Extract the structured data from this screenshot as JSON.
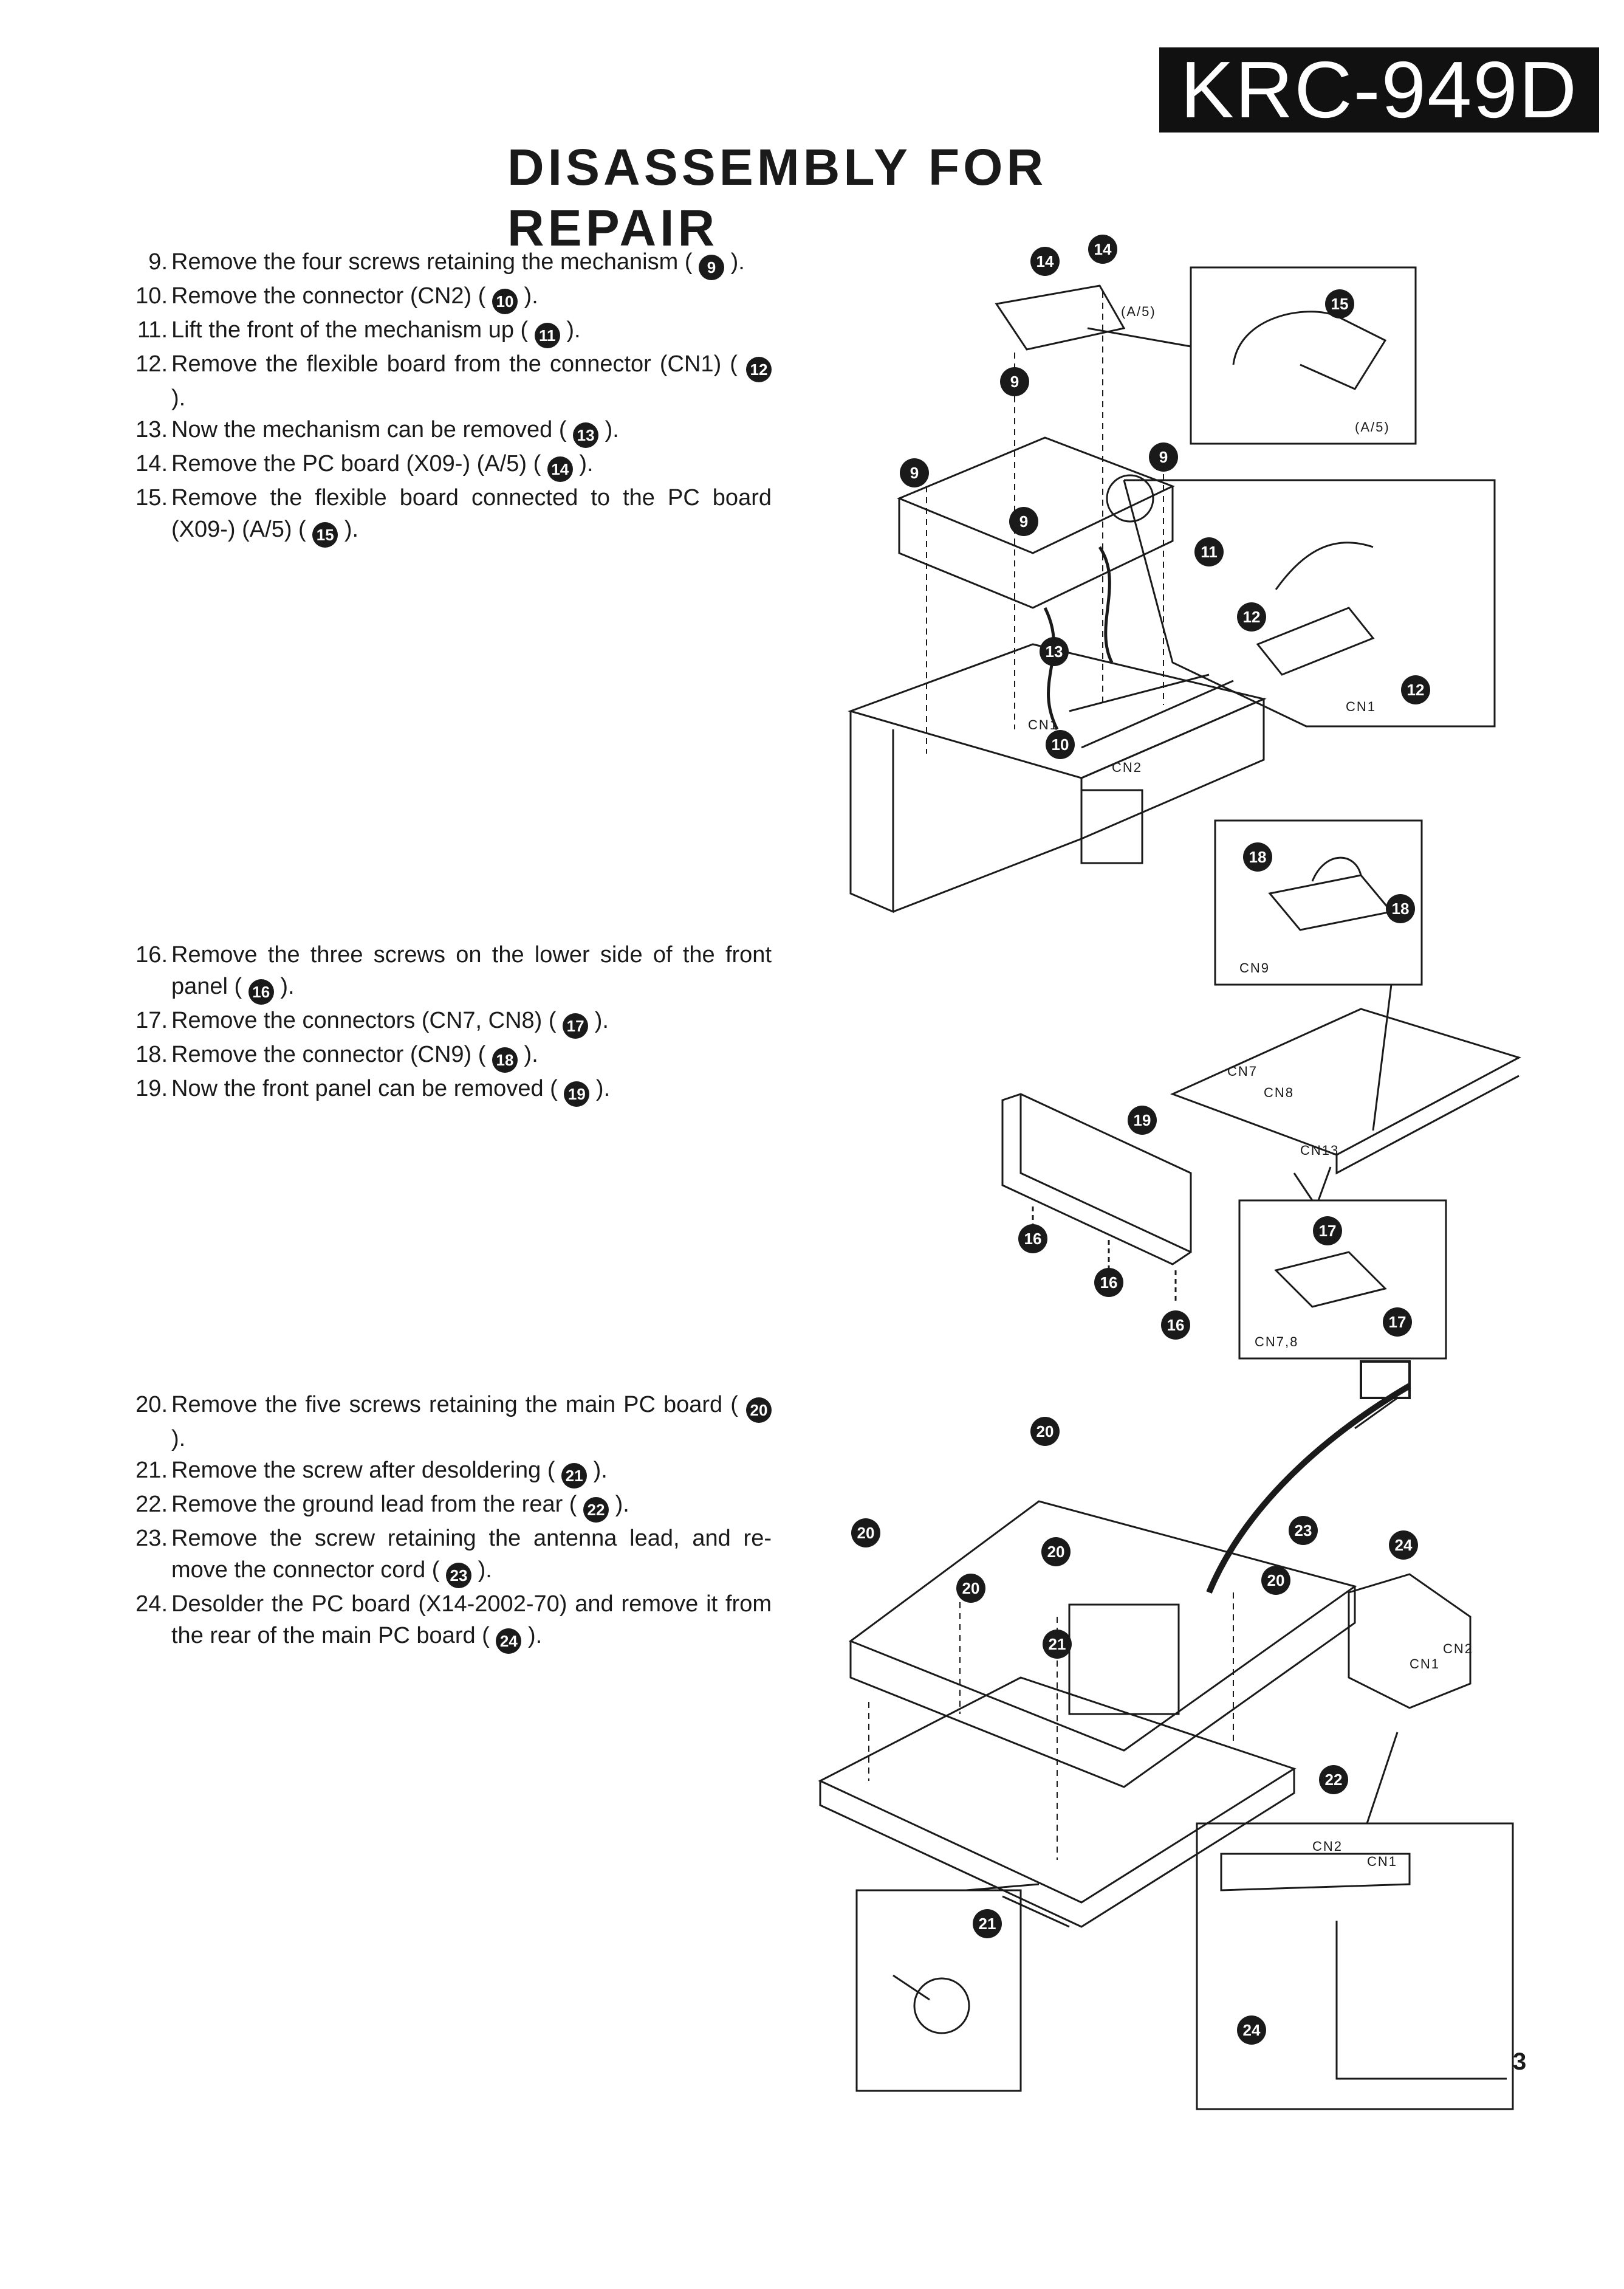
{
  "header": {
    "model": "KRC-949D",
    "title": "DISASSEMBLY FOR REPAIR"
  },
  "sections": [
    {
      "steps": [
        {
          "num": "9",
          "text": "Remove the four screws retaining the mechanism (",
          "ref": "9",
          "tail": ")."
        },
        {
          "num": "10",
          "text": "Remove the connector (CN2) (",
          "ref": "10",
          "tail": ")."
        },
        {
          "num": "11",
          "text": "Lift the front of the mechanism up (",
          "ref": "11",
          "tail": ")."
        },
        {
          "num": "12",
          "text": "Remove the flexible board from the connector (CN1) (",
          "ref": "12",
          "tail": ")."
        },
        {
          "num": "13",
          "text": "Now the mechanism can be removed (",
          "ref": "13",
          "tail": ")."
        },
        {
          "num": "14",
          "text": "Remove the PC board (X09-) (A/5) (",
          "ref": "14",
          "tail": ")."
        },
        {
          "num": "15",
          "text": "Remove the flexible board connected to the PC board (X09-) (A/5) (",
          "ref": "15",
          "tail": ")."
        }
      ]
    },
    {
      "steps": [
        {
          "num": "16",
          "text": "Remove the three screws on the lower side of the front panel (",
          "ref": "16",
          "tail": ")."
        },
        {
          "num": "17",
          "text": "Remove the connectors (CN7, CN8) (",
          "ref": "17",
          "tail": ")."
        },
        {
          "num": "18",
          "text": "Remove the connector (CN9) (",
          "ref": "18",
          "tail": ")."
        },
        {
          "num": "19",
          "text": "Now the front panel can be removed (",
          "ref": "19",
          "tail": ")."
        }
      ]
    },
    {
      "steps": [
        {
          "num": "20",
          "text": "Remove the five screws retaining the main PC board (",
          "ref": "20",
          "tail": ")."
        },
        {
          "num": "21",
          "text": "Remove the screw after desoldering (",
          "ref": "21",
          "tail": ")."
        },
        {
          "num": "22",
          "text": "Remove the ground lead from the rear (",
          "ref": "22",
          "tail": ")."
        },
        {
          "num": "23",
          "text": "Remove the screw retaining the antenna lead, and re-move the connector cord (",
          "ref": "23",
          "tail": ")."
        },
        {
          "num": "24",
          "text": "Desolder the PC board (X14-2002-70) and remove it from the rear of the main PC board (",
          "ref": "24",
          "tail": ")."
        }
      ]
    }
  ],
  "figure_labels": {
    "a5": "(A/5)",
    "cn1": "CN1",
    "cn2": "CN2",
    "cn9": "CN9",
    "cn7": "CN7",
    "cn8": "CN8",
    "cn13": "CN13",
    "cn78": "CN7,8"
  },
  "callouts": {
    "c9": "9",
    "c11": "11",
    "c12": "12",
    "c13": "13",
    "c14": "14",
    "c15": "15",
    "c16": "16",
    "c17": "17",
    "c18": "18",
    "c19": "19",
    "c20": "20",
    "c21": "21",
    "c22": "22",
    "c23": "23",
    "c24": "24",
    "c10": "10"
  },
  "page_number": "3"
}
